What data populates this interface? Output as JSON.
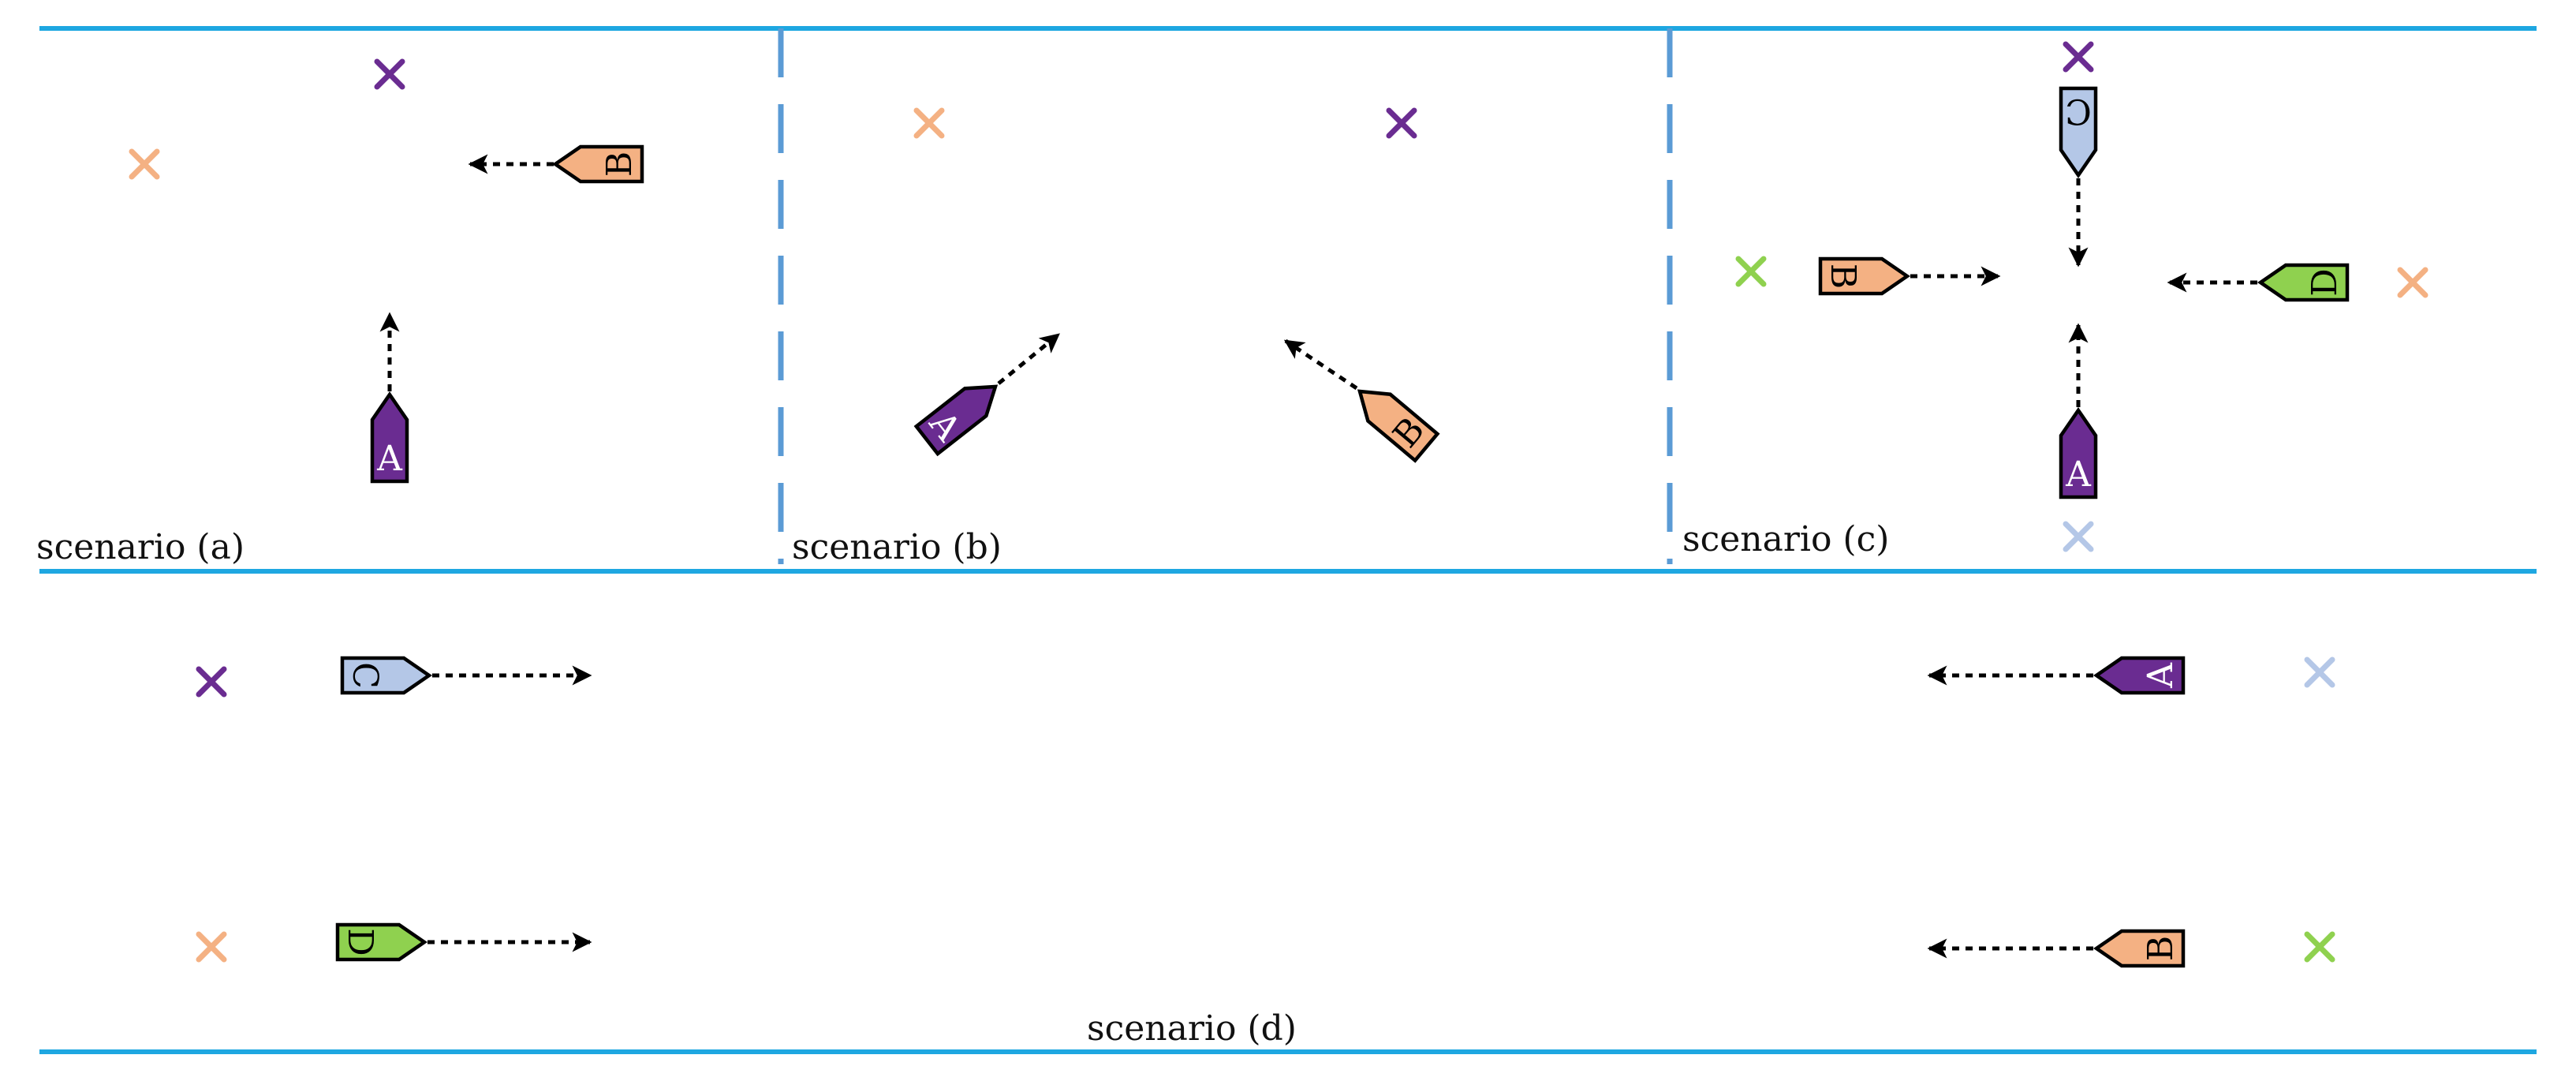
{
  "colors": {
    "divider": "#1ea7e1",
    "dashed_divider": "#5b9bd5",
    "arrow": "#000000",
    "outline": "#000000",
    "A": "#6a2c91",
    "B": "#f4b183",
    "C": "#b4c7e7",
    "D": "#8fd14f",
    "label_dark": "#ffffff",
    "label_light": "#000000"
  },
  "scenarios": [
    {
      "id": "a",
      "caption": "scenario (a)",
      "boats": [
        {
          "label": "A",
          "color": "A",
          "heading": "up"
        },
        {
          "label": "B",
          "color": "B",
          "heading": "left"
        }
      ],
      "targets": [
        {
          "color": "B",
          "for": "B"
        },
        {
          "color": "A",
          "for": "A"
        }
      ]
    },
    {
      "id": "b",
      "caption": "scenario (b)",
      "boats": [
        {
          "label": "A",
          "color": "A",
          "heading": "up-right"
        },
        {
          "label": "B",
          "color": "B",
          "heading": "up-left"
        }
      ],
      "targets": [
        {
          "color": "B",
          "for": "B"
        },
        {
          "color": "A",
          "for": "A"
        }
      ]
    },
    {
      "id": "c",
      "caption": "scenario (c)",
      "boats": [
        {
          "label": "A",
          "color": "A",
          "heading": "up"
        },
        {
          "label": "B",
          "color": "B",
          "heading": "right"
        },
        {
          "label": "C",
          "color": "C",
          "heading": "down"
        },
        {
          "label": "D",
          "color": "D",
          "heading": "left"
        }
      ],
      "targets": [
        {
          "color": "A",
          "for": "A"
        },
        {
          "color": "D",
          "for": "D"
        },
        {
          "color": "B",
          "for": "B"
        },
        {
          "color": "C",
          "for": "C"
        }
      ]
    },
    {
      "id": "d",
      "caption": "scenario (d)",
      "boats": [
        {
          "label": "C",
          "color": "C",
          "heading": "right"
        },
        {
          "label": "D",
          "color": "D",
          "heading": "right"
        },
        {
          "label": "A",
          "color": "A",
          "heading": "left"
        },
        {
          "label": "B",
          "color": "B",
          "heading": "left"
        }
      ],
      "targets": [
        {
          "color": "A",
          "for": "A"
        },
        {
          "color": "B",
          "for": "B"
        },
        {
          "color": "C",
          "for": "C"
        },
        {
          "color": "D",
          "for": "D"
        }
      ]
    }
  ]
}
